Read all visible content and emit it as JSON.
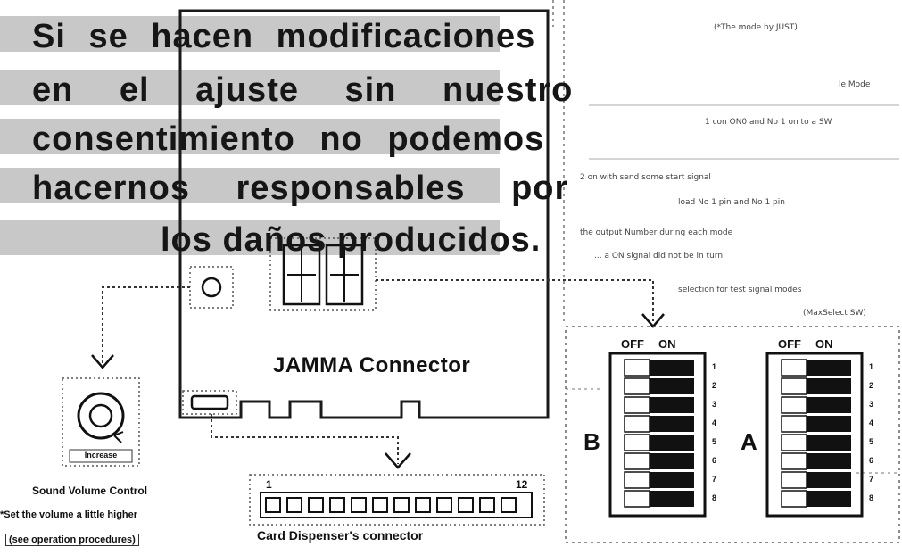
{
  "overlay_text": [
    "Si se hacen modificaciones",
    "en el ajuste sin nuestro",
    "consentimiento no podemos",
    "hacernos responsables por",
    "los daños producidos."
  ],
  "board": {
    "connector_label": "JAMMA Connector"
  },
  "volume": {
    "knob_caption": "Increase",
    "title": "Sound Volume Control",
    "note_line1": "*Set the volume a little higher",
    "note_line2": "(see operation procedures)"
  },
  "card_dispenser": {
    "pin_first": "1",
    "pin_last": "12",
    "label": "Card Dispenser's connector"
  },
  "dip_switches": {
    "off_label": "OFF",
    "on_label": "ON",
    "bank_b": "B",
    "bank_a": "A",
    "switch_numbers": [
      "1",
      "2",
      "3",
      "4",
      "5",
      "6",
      "7",
      "8"
    ]
  },
  "notes": [
    "(*The mode by JUST)",
    "le Mode",
    "1 con ON0 and No 1 on to a SW",
    "2 on with send some start signal",
    "load No 1 pin and No 1 pin",
    "the output Number during each mode",
    "... a ON signal did not be in turn",
    "selection for test signal modes",
    "(MaxSelect SW)"
  ]
}
